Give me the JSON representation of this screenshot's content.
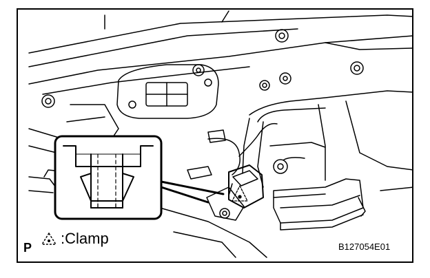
{
  "legend": {
    "symbol_icon": "clamp-triangle-icon",
    "label": ":Clamp"
  },
  "view_letter": "P",
  "figure_code": "B127054E01"
}
